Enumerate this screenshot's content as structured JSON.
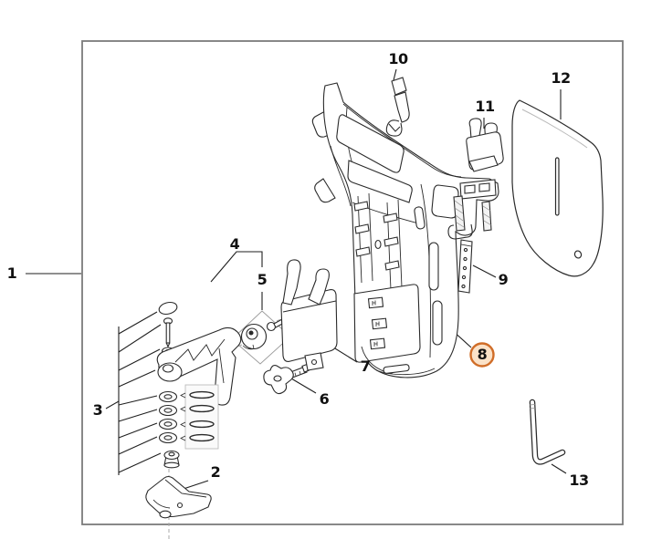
{
  "figure": {
    "frame": {
      "color": "#7b7b7b"
    },
    "ink_color": "#2a2a2a",
    "annotation_color": "#1f1f1f",
    "highlight": {
      "part": "8",
      "ring_color": "#d06d28",
      "fill_color": "#fbe2c8"
    },
    "callouts": [
      {
        "text": "1"
      },
      {
        "text": "2"
      },
      {
        "text": "3"
      },
      {
        "text": "4"
      },
      {
        "text": "5"
      },
      {
        "text": "6"
      },
      {
        "text": "7"
      },
      {
        "text": "8"
      },
      {
        "text": "9"
      },
      {
        "text": "10"
      },
      {
        "text": "11"
      },
      {
        "text": "12"
      },
      {
        "text": "13"
      }
    ]
  }
}
